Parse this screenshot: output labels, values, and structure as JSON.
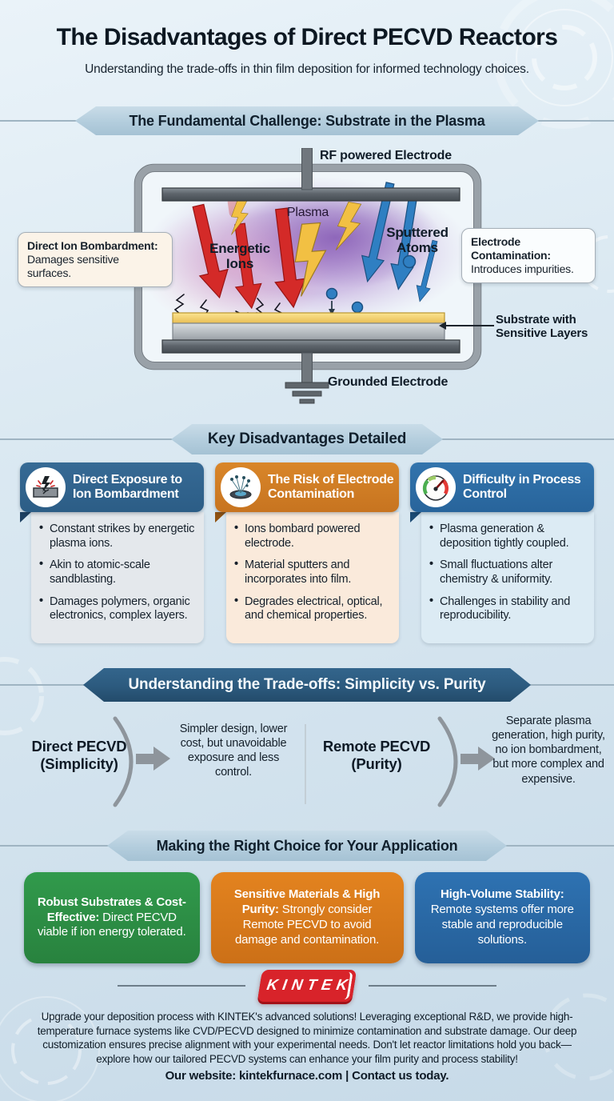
{
  "header": {
    "title": "The Disadvantages of Direct PECVD Reactors",
    "subtitle": "Understanding the trade-offs in thin film deposition for informed technology choices."
  },
  "sections": {
    "challenge": {
      "banner": "The Fundamental Challenge: Substrate in the Plasma"
    },
    "disadvantages": {
      "banner": "Key Disadvantages Detailed"
    },
    "tradeoffs": {
      "banner": "Understanding the Trade-offs: Simplicity vs. Purity"
    },
    "choice": {
      "banner": "Making the Right Choice for Your Application"
    }
  },
  "diagram": {
    "rf_electrode_label": "RF powered Electrode",
    "plasma_label": "Plasma",
    "energetic_ions_label": "Energetic Ions",
    "sputtered_atoms_label": "Sputtered Atoms",
    "grounded_electrode_label": "Grounded Electrode",
    "substrate_label": "Substrate with Sensitive Layers",
    "left_callout": {
      "bold": "Direct Ion Bombardment:",
      "text": " Damages sensitive surfaces."
    },
    "right_callout": {
      "bold": "Electrode Contamination:",
      "text": " Introduces impurities."
    },
    "icons": [
      "energetic-ion-arrows",
      "lightning-bolt",
      "sputtered-atom-arrows",
      "atom-dot",
      "crack-marks",
      "rf-rod",
      "ground-symbol"
    ],
    "colors": {
      "ion_arrow": "#d42a28",
      "bolt": "#f2c043",
      "sputter_arrow": "#2f7fc2",
      "plasma": "#a87fc9",
      "substrate_film": "#f5d879",
      "electrode": "#5d646b"
    }
  },
  "disadvantage_cards": [
    {
      "title": "Direct Exposure to Ion Bombardment",
      "icon": "ion-impact-icon",
      "header_color": "#2e618c",
      "body_color": "#e4e8ec",
      "bullets": [
        "Constant strikes by energetic plasma ions.",
        "Akin to atomic-scale sandblasting.",
        "Damages polymers, organic electronics, complex layers."
      ]
    },
    {
      "title": "The Risk of Electrode Contamination",
      "icon": "sputter-splash-icon",
      "header_color": "#cf7b26",
      "body_color": "#faeadb",
      "bullets": [
        "Ions bombard powered electrode.",
        "Material sputters and incorporates into film.",
        "Degrades electrical, optical, and chemical properties."
      ]
    },
    {
      "title": "Difficulty in Process Control",
      "icon": "gauge-icon",
      "header_color": "#2c6da7",
      "body_color": "#dcebf4",
      "bullets": [
        "Plasma generation & deposition tightly coupled.",
        "Small fluctuations alter chemistry & uniformity.",
        "Challenges in stability and reproducibility."
      ]
    }
  ],
  "tradeoffs": {
    "left": {
      "label_line1": "Direct PECVD",
      "label_line2": "(Simplicity)",
      "description": "Simpler design, lower cost, but unavoidable exposure and less control."
    },
    "right": {
      "label_line1": "Remote PECVD",
      "label_line2": "(Purity)",
      "description": "Separate plasma generation, high purity, no ion bombardment, but more complex and expensive."
    }
  },
  "choice_cards": [
    {
      "bold": "Robust Substrates & Cost-Effective:",
      "text": " Direct PECVD viable if ion energy tolerated.",
      "color": "#2e9348"
    },
    {
      "bold": "Sensitive Materials & High Purity:",
      "text": " Strongly consider Remote PECVD to avoid damage and contamination.",
      "color": "#dd7d20"
    },
    {
      "bold": "High-Volume Stability:",
      "text": " Remote systems offer more stable and reproducible solutions.",
      "color": "#2b6cab"
    }
  ],
  "footer": {
    "logo_text": "KINTEK",
    "logo_color": "#d8232a",
    "paragraph": "Upgrade your deposition process with KINTEK's advanced solutions! Leveraging exceptional R&D, we provide high-temperature furnace systems like CVD/PECVD designed to minimize contamination and substrate damage. Our deep customization ensures precise alignment with your experimental needs. Don't let reactor limitations hold you back—explore how our tailored PECVD systems can enhance your film purity and process stability!",
    "contact": "Our website: kintekfurnace.com | Contact us today."
  }
}
